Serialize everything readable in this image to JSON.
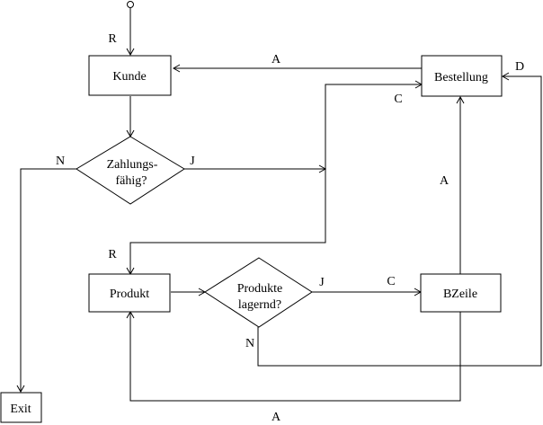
{
  "nodes": {
    "kunde": "Kunde",
    "bestellung": "Bestellung",
    "zahlungsfaehig_line1": "Zahlungs-",
    "zahlungsfaehig_line2": "fähig?",
    "produkt": "Produkt",
    "produkte_lagernd_line1": "Produkte",
    "produkte_lagernd_line2": "lagernd?",
    "bzeile": "BZeile",
    "exit": "Exit"
  },
  "edge_labels": {
    "start_r": "R",
    "bestellung_kunde_a": "A",
    "bestellung_d": "D",
    "bestellung_c": "C",
    "zahlungsfaehig_n": "N",
    "zahlungsfaehig_j": "J",
    "bzeile_bestellung_a": "A",
    "produkt_r": "R",
    "produkte_lagernd_j": "J",
    "produkte_lagernd_c": "C",
    "produkte_lagernd_n": "N",
    "bzeile_produkt_a": "A"
  },
  "colors": {
    "stroke": "#000000",
    "background": "#ffffff"
  }
}
